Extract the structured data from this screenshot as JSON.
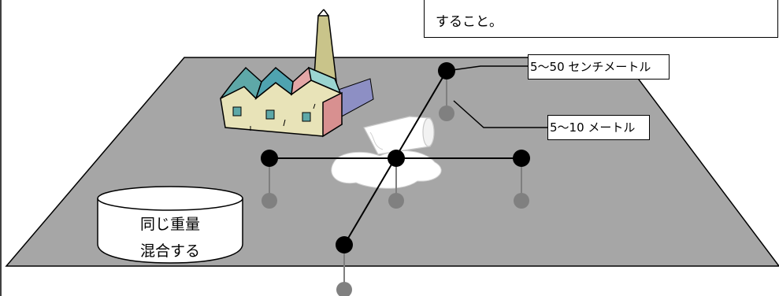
{
  "note": {
    "text": "すること。"
  },
  "callouts": {
    "cm_label": "5～50 センチメートル",
    "m_label": "5～10 メートル"
  },
  "container": {
    "line1": "同じ重量",
    "line2": "混合する"
  },
  "colors": {
    "ground": "#a6a6a6",
    "point_surface": "#000000",
    "point_depth": "#808080",
    "spill": "#ffffff"
  }
}
